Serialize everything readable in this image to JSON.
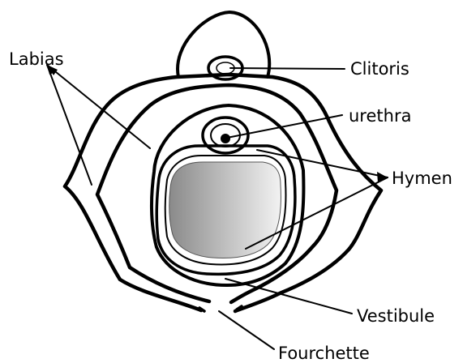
{
  "labels": {
    "labias": "Labias",
    "clitoris": "Clitoris",
    "urethra": "urethra",
    "hymen": "Hymen",
    "vestibule": "Vestibule",
    "fourchette": "Fourchette"
  },
  "colors": {
    "outline": "#000000",
    "background": "#ffffff",
    "opening_dark": "#8a8a8a",
    "opening_light": "#f2f2f2"
  }
}
